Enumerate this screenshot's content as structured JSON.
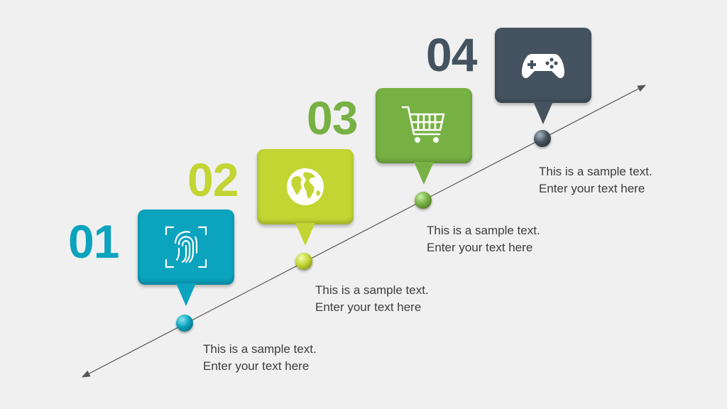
{
  "steps": [
    {
      "number": "01",
      "icon": "fingerprint-icon",
      "color": "#0ba3be",
      "line1": "This is a sample text.",
      "line2": "Enter your text here"
    },
    {
      "number": "02",
      "icon": "globe-icon",
      "color": "#c2d533",
      "line1": "This is a sample text.",
      "line2": "Enter your text here"
    },
    {
      "number": "03",
      "icon": "shopping-cart-icon",
      "color": "#77b144",
      "line1": "This is a sample text.",
      "line2": "Enter your text here"
    },
    {
      "number": "04",
      "icon": "gamepad-icon",
      "color": "#44535f",
      "line1": "This is a sample text.",
      "line2": "Enter your text here"
    }
  ],
  "arrow_color": "#555555",
  "text_color": "#3c3c3c"
}
